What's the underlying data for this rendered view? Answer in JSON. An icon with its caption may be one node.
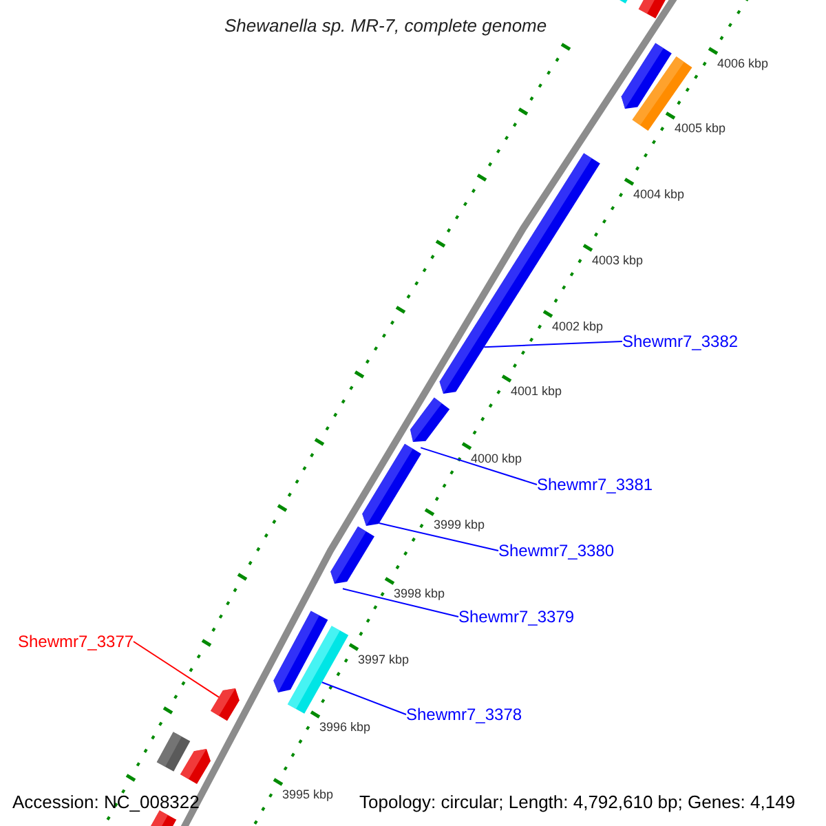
{
  "diagram": {
    "title": "Shewanella sp. MR-7, complete genome",
    "nodes": [
      {
        "text": [],
        "shape": "bar"
      },
      {
        "text": [],
        "shape": "bar"
      },
      {
        "text": [],
        "shape": "bar"
      },
      {
        "text": [],
        "shape": "bar"
      },
      {
        "text": [],
        "shape": "bar"
      },
      {
        "text": [
          "Shewmr7_3382"
        ]
      },
      {
        "text": [],
        "shape": "bar"
      },
      {
        "text": [],
        "shape": "bar"
      },
      {
        "text": [
          "Shewmr7_3381"
        ]
      },
      {
        "text": [],
        "shape": "bar"
      },
      {
        "text": [
          "Shewmr7_3380"
        ]
      },
      {
        "text": [
          "Shewmr7_3379"
        ]
      },
      {
        "text": [
          "Shewmr7_3377"
        ]
      },
      {
        "text": [],
        "shape": "bar"
      },
      {
        "text": [],
        "shape": "bar"
      },
      {
        "text": [],
        "shape": "bar"
      },
      {
        "text": [
          "Shewmr7_3378"
        ]
      },
      {
        "text": [],
        "shape": "bar"
      },
      {
        "text": [],
        "shape": "bar"
      },
      {
        "text": [],
        "shape": "bar"
      }
    ],
    "edges": [
      {
        "from": 5,
        "to": 4,
        "arrow": "none"
      },
      {
        "from": 8,
        "to": 6,
        "arrow": "none"
      },
      {
        "from": 10,
        "to": 7,
        "arrow": "none"
      },
      {
        "from": 11,
        "to": 9,
        "arrow": "none"
      },
      {
        "from": 16,
        "to": 14,
        "arrow": "none"
      },
      {
        "from": 12,
        "to": 15,
        "arrow": "none",
        "color": "#ff0000"
      }
    ],
    "labels": [
      "4006 kbp",
      "4005 kbp",
      "4004 kbp",
      "4003 kbp",
      "4002 kbp",
      "4001 kbp",
      "4000 kbp",
      "3999 kbp",
      "3998 kbp",
      "3997 kbp",
      "3996 kbp",
      "3995 kbp",
      "Accession: NC_008322",
      "Topology: circular; Length: 4,792,610 bp; Genes: 4,149"
    ]
  }
}
